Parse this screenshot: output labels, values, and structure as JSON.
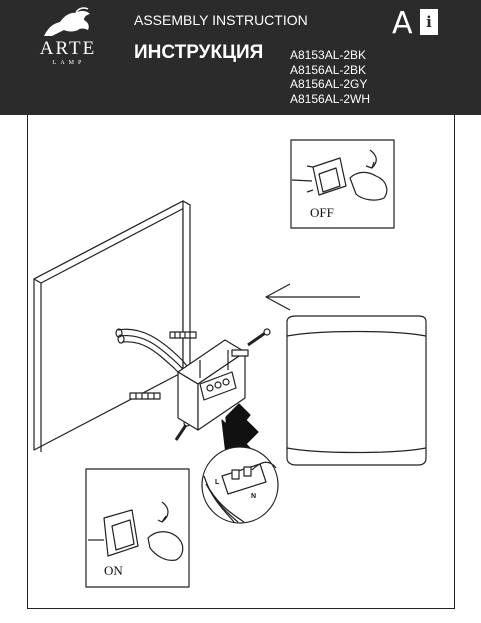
{
  "header": {
    "brand": "ARTE",
    "brand_sub": "LAMP",
    "title_en": "ASSEMBLY INSTRUCTION",
    "title_ru": "ИНСТРУКЦИЯ",
    "models": [
      "A8153AL-2BK",
      "A8156AL-2BK",
      "A8156AL-2GY",
      "A8156AL-2WH"
    ],
    "section_letter": "A",
    "info_glyph": "i"
  },
  "switch_off": {
    "label": "OFF"
  },
  "switch_on": {
    "label": "ON"
  },
  "wiring": {
    "live": "L",
    "neutral": "N"
  },
  "colors": {
    "header_bg": "#2b2b2b",
    "header_text": "#ffffff",
    "line": "#222222"
  }
}
